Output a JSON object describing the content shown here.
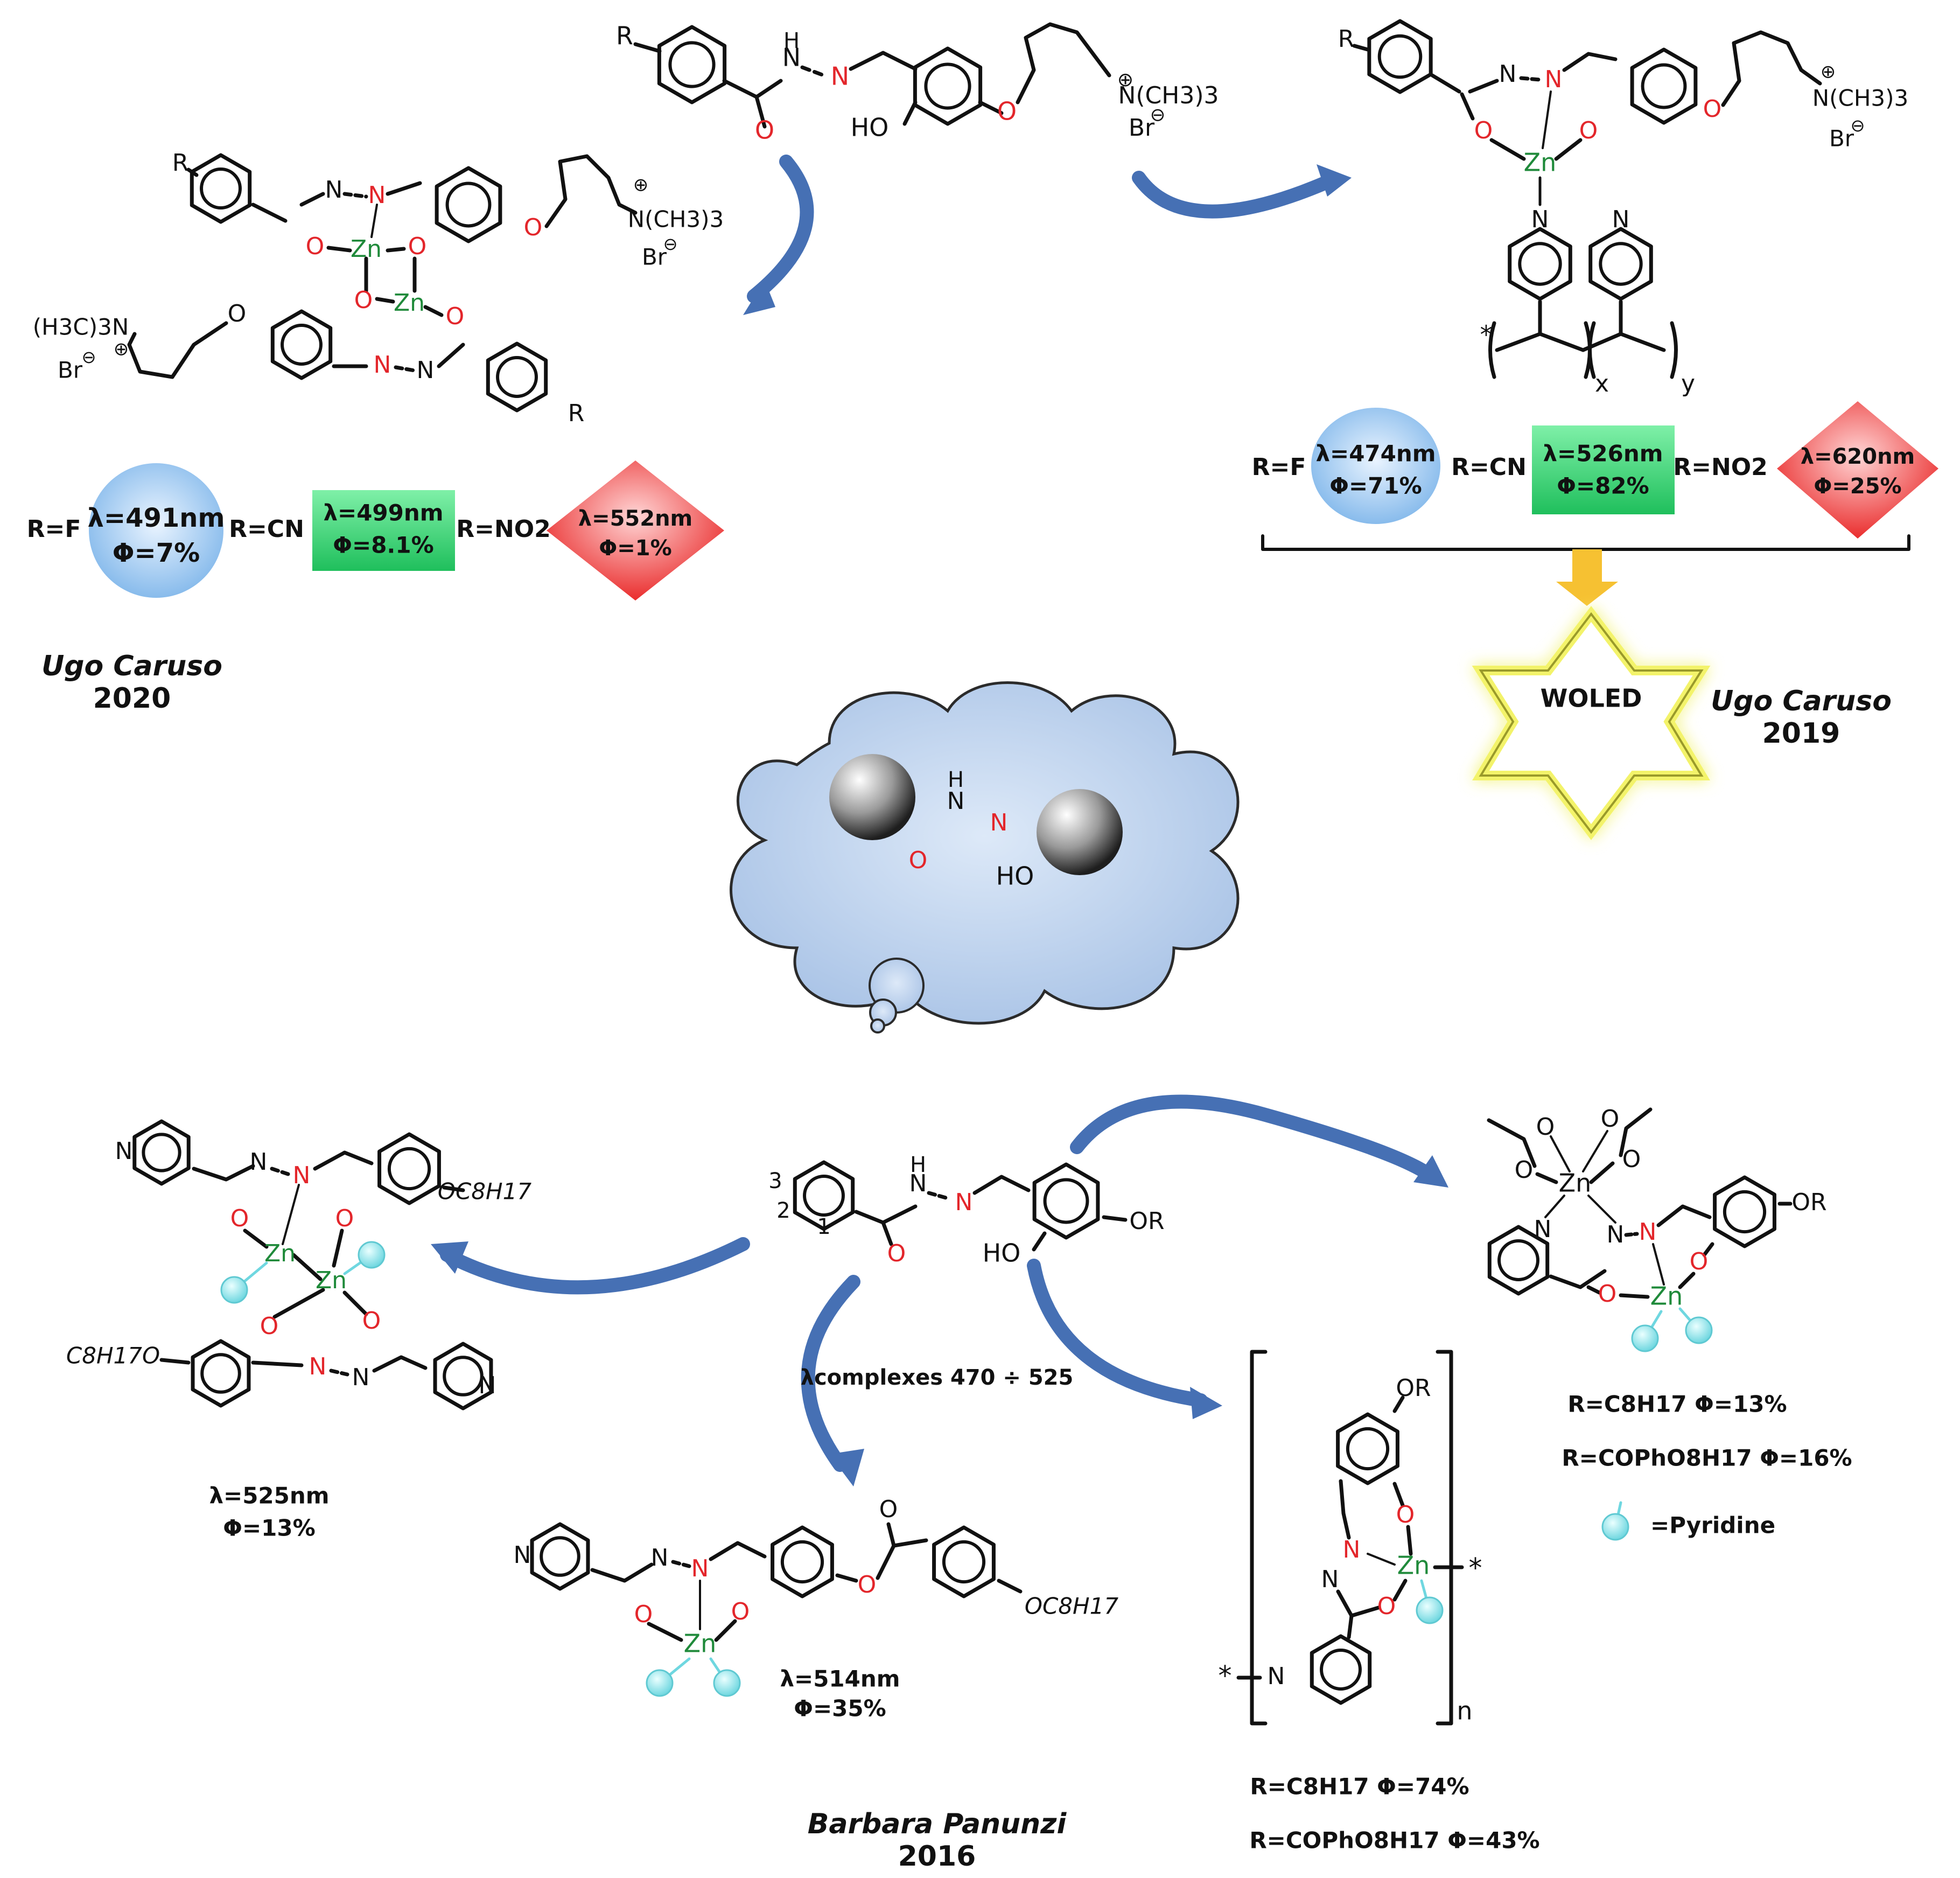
{
  "colors": {
    "oxygen": "#e3262b",
    "nitrogen": "#e3262b",
    "zinc": "#1f8a3a",
    "arrow": "#4670b4",
    "cloud_fill": "#c5d7f1",
    "cloud_stroke": "#2b2b2b",
    "badge_blue": "#a9d0f2",
    "badge_green": "#2ecc71",
    "badge_red": "#ef3a3a",
    "star_glow": "#f3f36a",
    "down_arrow": "#f6c132",
    "pyridine_ball": "#8fe0e8"
  },
  "atoms": {
    "R": "R",
    "N": "N",
    "H": "H",
    "O": "O",
    "HO": "HO",
    "Zn": "Zn",
    "Br": "Br",
    "plus": "⊕",
    "minus": "⊖",
    "NMe3": "N(CH3)3",
    "Me3N": "(H3C)3N",
    "OC8H17": "OC8H17",
    "C8H17O": "C8H17O",
    "OR": "OR",
    "x": "x",
    "y": "y",
    "n": "n",
    "star": "*",
    "ring_num_1": "1",
    "ring_num_2": "2",
    "ring_num_3": "3"
  },
  "top_left": {
    "r_f": "R=F",
    "f_lambda": "λ=491nm",
    "f_phi": "Φ=7%",
    "r_cn": "R=CN",
    "cn_lambda": "λ=499nm",
    "cn_phi": "Φ=8.1%",
    "r_no2": "R=NO2",
    "no2_lambda": "λ=552nm",
    "no2_phi": "Φ=1%",
    "author": "Ugo Caruso",
    "year": "2020"
  },
  "top_right": {
    "r_f": "R=F",
    "f_lambda": "λ=474nm",
    "f_phi": "Φ=71%",
    "r_cn": "R=CN",
    "cn_lambda": "λ=526nm",
    "cn_phi": "Φ=82%",
    "r_no2": "R=NO2",
    "no2_lambda": "λ=620nm",
    "no2_phi": "Φ=25%",
    "woled": "WOLED",
    "author": "Ugo Caruso",
    "year": "2019"
  },
  "bottom": {
    "lambda_complexes": "λcomplexes 470 ÷ 525",
    "left_lambda": "λ=525nm",
    "left_phi": "Φ=13%",
    "mid_lambda": "λ=514nm",
    "mid_phi": "Φ=35%",
    "poly_r1": "R=C8H17 Φ=74%",
    "poly_r2": "R=COPhO8H17 Φ=43%",
    "right_r1": "R=C8H17 Φ=13%",
    "right_r2": "R=COPhO8H17 Φ=16%",
    "pyridine_legend": "=Pyridine",
    "author": "Barbara Panunzi",
    "year": "2016"
  }
}
